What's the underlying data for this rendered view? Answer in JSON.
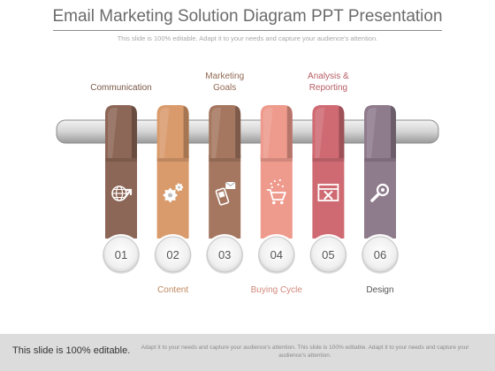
{
  "title": "Email Marketing Solution Diagram PPT Presentation",
  "subtitle": "This slide is 100% editable. Adapt it to your needs and capture your audience's attention.",
  "colors": {
    "communication": "#8c6656",
    "content": "#d99b6c",
    "marketing": "#a57760",
    "buying": "#ee9a8c",
    "analysis": "#cf6a72",
    "design": "#8e7b8c"
  },
  "steps": [
    {
      "number": "01",
      "icon": "globe-arrow-icon",
      "label": "Communication",
      "label_position": "top",
      "color": "#8c6656"
    },
    {
      "number": "02",
      "icon": "gears-icon",
      "label": "Content",
      "label_position": "bottom",
      "color": "#d99b6c"
    },
    {
      "number": "03",
      "icon": "mobile-email-icon",
      "label": "Marketing Goals",
      "label_position": "top",
      "color": "#a57760"
    },
    {
      "number": "04",
      "icon": "shopping-cart-icon",
      "label": "Buying Cycle",
      "label_position": "bottom",
      "color": "#ee9a8c"
    },
    {
      "number": "05",
      "icon": "browser-window-icon",
      "label": "Analysis & Reporting",
      "label_position": "top",
      "color": "#cf6a72"
    },
    {
      "number": "06",
      "icon": "search-icon",
      "label": "Design",
      "label_position": "bottom",
      "color": "#8e7b8c"
    }
  ],
  "footer": {
    "main": "This slide is 100% editable.",
    "small": "Adapt it to your needs and capture your audience's attention. This slide is 100% editable. Adapt it to your needs and capture your audience's attention."
  }
}
